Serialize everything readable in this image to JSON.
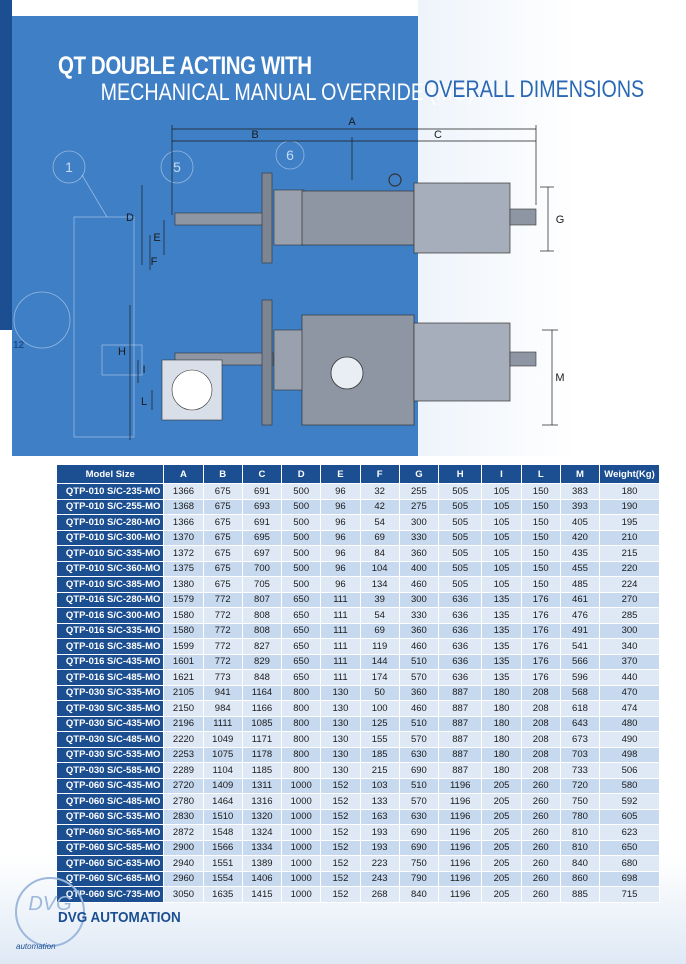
{
  "page_number": "12",
  "title_line1": "QT DOUBLE ACTING WITH",
  "title_line2": "MECHANICAL MANUAL OVERRIDE (MO)",
  "subtitle": "OVERALL DIMENSIONS",
  "drawing_labels": {
    "a": "A",
    "b": "B",
    "c": "C",
    "d": "D",
    "e": "E",
    "f": "F",
    "g": "G",
    "h": "H",
    "i": "I",
    "l": "L",
    "m": "M",
    "n1": "1",
    "n5": "5",
    "n6": "6"
  },
  "table": {
    "headers": [
      "Model Size",
      "A",
      "B",
      "C",
      "D",
      "E",
      "F",
      "G",
      "H",
      "I",
      "L",
      "M",
      "Weight(Kg)"
    ],
    "rows": [
      [
        "QTP-010 S/C-235-MO",
        "1366",
        "675",
        "691",
        "500",
        "96",
        "32",
        "255",
        "505",
        "105",
        "150",
        "383",
        "180"
      ],
      [
        "QTP-010 S/C-255-MO",
        "1368",
        "675",
        "693",
        "500",
        "96",
        "42",
        "275",
        "505",
        "105",
        "150",
        "393",
        "190"
      ],
      [
        "QTP-010 S/C-280-MO",
        "1366",
        "675",
        "691",
        "500",
        "96",
        "54",
        "300",
        "505",
        "105",
        "150",
        "405",
        "195"
      ],
      [
        "QTP-010 S/C-300-MO",
        "1370",
        "675",
        "695",
        "500",
        "96",
        "69",
        "330",
        "505",
        "105",
        "150",
        "420",
        "210"
      ],
      [
        "QTP-010 S/C-335-MO",
        "1372",
        "675",
        "697",
        "500",
        "96",
        "84",
        "360",
        "505",
        "105",
        "150",
        "435",
        "215"
      ],
      [
        "QTP-010 S/C-360-MO",
        "1375",
        "675",
        "700",
        "500",
        "96",
        "104",
        "400",
        "505",
        "105",
        "150",
        "455",
        "220"
      ],
      [
        "QTP-010 S/C-385-MO",
        "1380",
        "675",
        "705",
        "500",
        "96",
        "134",
        "460",
        "505",
        "105",
        "150",
        "485",
        "224"
      ],
      [
        "QTP-016 S/C-280-MO",
        "1579",
        "772",
        "807",
        "650",
        "111",
        "39",
        "300",
        "636",
        "135",
        "176",
        "461",
        "270"
      ],
      [
        "QTP-016 S/C-300-MO",
        "1580",
        "772",
        "808",
        "650",
        "111",
        "54",
        "330",
        "636",
        "135",
        "176",
        "476",
        "285"
      ],
      [
        "QTP-016 S/C-335-MO",
        "1580",
        "772",
        "808",
        "650",
        "111",
        "69",
        "360",
        "636",
        "135",
        "176",
        "491",
        "300"
      ],
      [
        "QTP-016 S/C-385-MO",
        "1599",
        "772",
        "827",
        "650",
        "111",
        "119",
        "460",
        "636",
        "135",
        "176",
        "541",
        "340"
      ],
      [
        "QTP-016 S/C-435-MO",
        "1601",
        "772",
        "829",
        "650",
        "111",
        "144",
        "510",
        "636",
        "135",
        "176",
        "566",
        "370"
      ],
      [
        "QTP-016 S/C-485-MO",
        "1621",
        "773",
        "848",
        "650",
        "111",
        "174",
        "570",
        "636",
        "135",
        "176",
        "596",
        "440"
      ],
      [
        "QTP-030 S/C-335-MO",
        "2105",
        "941",
        "1164",
        "800",
        "130",
        "50",
        "360",
        "887",
        "180",
        "208",
        "568",
        "470"
      ],
      [
        "QTP-030 S/C-385-MO",
        "2150",
        "984",
        "1166",
        "800",
        "130",
        "100",
        "460",
        "887",
        "180",
        "208",
        "618",
        "474"
      ],
      [
        "QTP-030 S/C-435-MO",
        "2196",
        "1111",
        "1085",
        "800",
        "130",
        "125",
        "510",
        "887",
        "180",
        "208",
        "643",
        "480"
      ],
      [
        "QTP-030 S/C-485-MO",
        "2220",
        "1049",
        "1171",
        "800",
        "130",
        "155",
        "570",
        "887",
        "180",
        "208",
        "673",
        "490"
      ],
      [
        "QTP-030 S/C-535-MO",
        "2253",
        "1075",
        "1178",
        "800",
        "130",
        "185",
        "630",
        "887",
        "180",
        "208",
        "703",
        "498"
      ],
      [
        "QTP-030 S/C-585-MO",
        "2289",
        "1104",
        "1185",
        "800",
        "130",
        "215",
        "690",
        "887",
        "180",
        "208",
        "733",
        "506"
      ],
      [
        "QTP-060 S/C-435-MO",
        "2720",
        "1409",
        "1311",
        "1000",
        "152",
        "103",
        "510",
        "1196",
        "205",
        "260",
        "720",
        "580"
      ],
      [
        "QTP-060 S/C-485-MO",
        "2780",
        "1464",
        "1316",
        "1000",
        "152",
        "133",
        "570",
        "1196",
        "205",
        "260",
        "750",
        "592"
      ],
      [
        "QTP-060 S/C-535-MO",
        "2830",
        "1510",
        "1320",
        "1000",
        "152",
        "163",
        "630",
        "1196",
        "205",
        "260",
        "780",
        "605"
      ],
      [
        "QTP-060 S/C-565-MO",
        "2872",
        "1548",
        "1324",
        "1000",
        "152",
        "193",
        "690",
        "1196",
        "205",
        "260",
        "810",
        "623"
      ],
      [
        "QTP-060 S/C-585-MO",
        "2900",
        "1566",
        "1334",
        "1000",
        "152",
        "193",
        "690",
        "1196",
        "205",
        "260",
        "810",
        "650"
      ],
      [
        "QTP-060 S/C-635-MO",
        "2940",
        "1551",
        "1389",
        "1000",
        "152",
        "223",
        "750",
        "1196",
        "205",
        "260",
        "840",
        "680"
      ],
      [
        "QTP-060 S/C-685-MO",
        "2960",
        "1554",
        "1406",
        "1000",
        "152",
        "243",
        "790",
        "1196",
        "205",
        "260",
        "860",
        "698"
      ],
      [
        "QTP-060 S/C-735-MO",
        "3050",
        "1635",
        "1415",
        "1000",
        "152",
        "268",
        "840",
        "1196",
        "205",
        "260",
        "885",
        "715"
      ]
    ]
  },
  "brand": "DVG AUTOMATION",
  "logo_text": "DVG",
  "logo_subtext": "automation",
  "colors": {
    "brand_blue": "#1c4f91",
    "panel_blue": "#3f7fc6",
    "subtitle_blue": "#2a68b5"
  }
}
